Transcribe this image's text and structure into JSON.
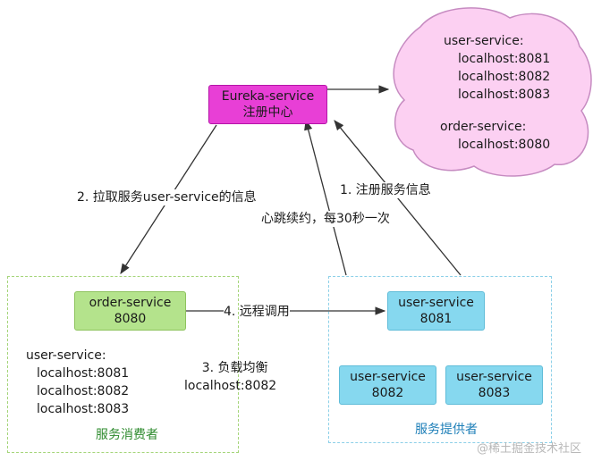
{
  "colors": {
    "eureka_fill": "#e83fd6",
    "eureka_border": "#b515a8",
    "cloud_fill": "#fcd0f2",
    "cloud_border": "#c68bc1",
    "consumer_fill": "#b4e38c",
    "consumer_border": "#8ec35e",
    "consumer_group_border": "#a5d57a",
    "consumer_group_label": "#2e8b2e",
    "provider_fill": "#86d8ef",
    "provider_border": "#5fbcd8",
    "provider_group_border": "#8cd0e8",
    "provider_group_label": "#1e7fb8",
    "edge": "#333333"
  },
  "eureka": {
    "line1": "Eureka-service",
    "line2": "注册中心"
  },
  "registry": {
    "user_service_title": "user-service:",
    "user_service_hosts": [
      "localhost:8081",
      "localhost:8082",
      "localhost:8083"
    ],
    "order_service_title": "order-service:",
    "order_service_hosts": [
      "localhost:8080"
    ]
  },
  "consumer": {
    "name": "order-service",
    "port": "8080",
    "cache_title": "user-service:",
    "cache_hosts": [
      "localhost:8081",
      "localhost:8082",
      "localhost:8083"
    ],
    "group_label": "服务消费者"
  },
  "providers": [
    {
      "name": "user-service",
      "port": "8081"
    },
    {
      "name": "user-service",
      "port": "8082"
    },
    {
      "name": "user-service",
      "port": "8083"
    }
  ],
  "provider_group_label": "服务提供者",
  "edges": {
    "pull": "2. 拉取服务user-service的信息",
    "register": "1. 注册服务信息",
    "heartbeat": "心跳续约，每30秒一次",
    "remote_call": "4. 远程调用",
    "load_balance_line1": "3. 负载均衡",
    "load_balance_line2": "localhost:8082"
  },
  "watermark": "@稀土掘金技术社区"
}
